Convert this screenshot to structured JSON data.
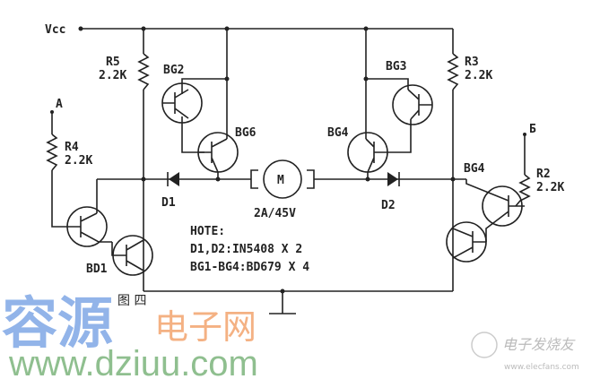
{
  "supply": "Vcc",
  "resistors": [
    {
      "name": "R5",
      "value": "2.2K"
    },
    {
      "name": "R4",
      "value": "2.2K"
    },
    {
      "name": "R3",
      "value": "2.2K"
    },
    {
      "name": "R2",
      "value": "2.2K"
    }
  ],
  "inputs": {
    "a": "A",
    "b": "Б"
  },
  "transistors": {
    "bg2": "BG2",
    "bg6": "BG6",
    "bg4a": "BG4",
    "bg3": "BG3",
    "bg4b": "BG4",
    "bd1": "BD1"
  },
  "diodes": {
    "d1": "D1",
    "d2": "D2"
  },
  "motor": {
    "symbol": "M",
    "rating": "2A/45V"
  },
  "notes": {
    "title": "HOTE:",
    "line1": "D1,D2:IN5408 X 2",
    "line2": "BG1-BG4:BD679 X 4"
  },
  "caption": "图 四",
  "watermarks": {
    "brand": "容源",
    "brand2": "电子网",
    "url": "www.dziuu.com",
    "brand3": "电子发烧友",
    "url2": "www.elecfans.com"
  }
}
